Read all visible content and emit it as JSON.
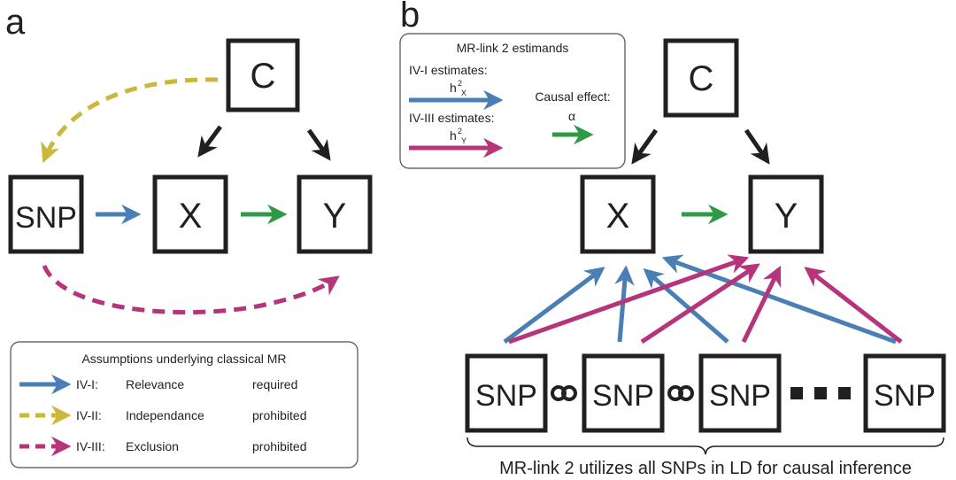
{
  "panel_a": {
    "letter": "a",
    "nodes": {
      "c": "C",
      "snp": "SNP",
      "x": "X",
      "y": "Y"
    },
    "legend": {
      "title": "Assumptions underlying classical MR",
      "rows": [
        {
          "id": "IV-I:",
          "name": "Relevance",
          "status": "required",
          "color": "#4a7fb5"
        },
        {
          "id": "IV-II:",
          "name": "Independance",
          "status": "prohibited",
          "color": "#c9b83c"
        },
        {
          "id": "IV-III:",
          "name": "Exclusion",
          "status": "prohibited",
          "color": "#b5347a"
        }
      ]
    }
  },
  "panel_b": {
    "letter": "b",
    "nodes": {
      "c": "C",
      "x": "X",
      "y": "Y",
      "snp": "SNP"
    },
    "legend": {
      "title": "MR-link 2 estimands",
      "iv1_label": "IV-I estimates:",
      "iv1_symbol": "h",
      "iv1_sup": "2",
      "iv1_sub": "X",
      "iv3_label": "IV-III estimates:",
      "iv3_symbol": "h",
      "iv3_sup": "2",
      "iv3_sub": "Y",
      "causal_label": "Causal effect:",
      "causal_symbol": "α"
    },
    "caption": "MR-link 2 utilizes all SNPs in LD for causal inference"
  },
  "colors": {
    "blue": "#4a7fb5",
    "yellow": "#c9b83c",
    "magenta": "#b5347a",
    "green": "#2e9a48",
    "black": "#231f20"
  }
}
